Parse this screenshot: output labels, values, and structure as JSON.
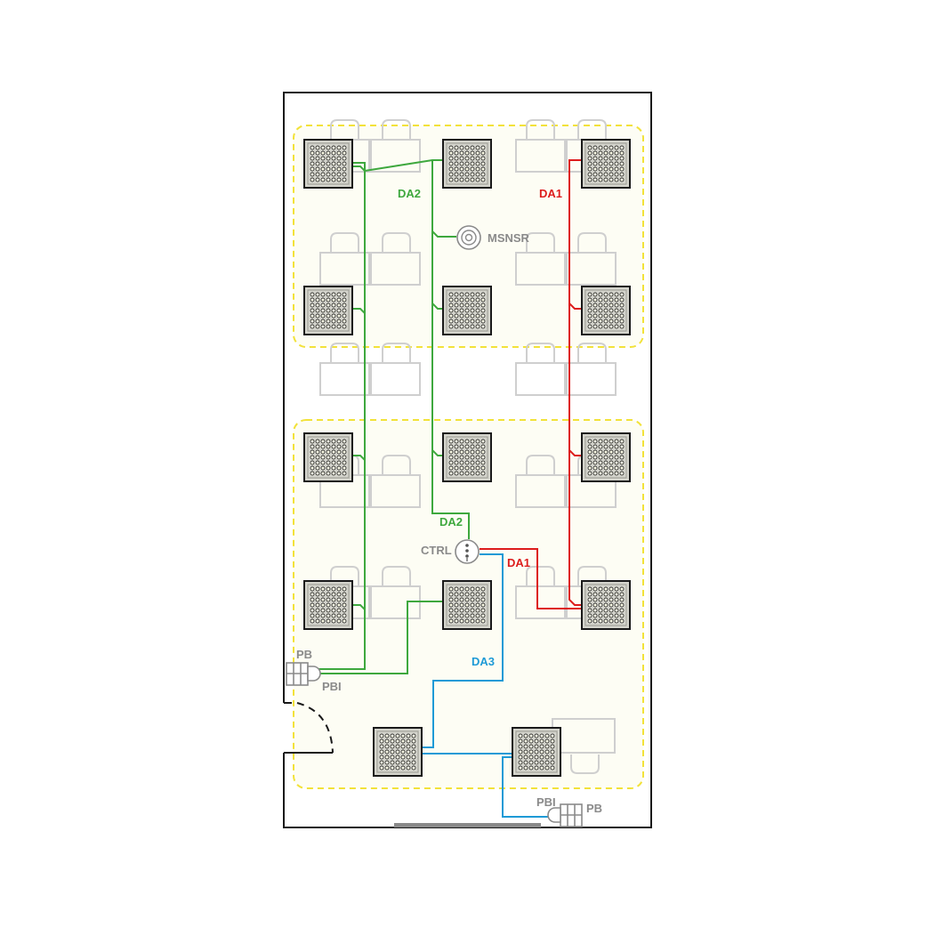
{
  "labels": {
    "da1_top": "DA1",
    "da2_top": "DA2",
    "da1_ctrl": "DA1",
    "da2_ctrl": "DA2",
    "da3": "DA3",
    "msnsr": "MSNSR",
    "ctrl": "CTRL",
    "pb_left": "PB",
    "pbi_left": "PBI",
    "pb_bottom": "PB",
    "pbi_bottom": "PBI"
  },
  "colors": {
    "da1": "#dd1c1c",
    "da2": "#3ea83e",
    "da3": "#1e9ad6",
    "device_label": "#8a8a8a",
    "zone_border": "#f2e23a",
    "zone_fill": "#fdfdf4",
    "furniture": "#cfcfcf",
    "wall": "#1a1a1a"
  },
  "icons": {
    "luminaire": "grid-light-icon",
    "sensor": "occupancy-sensor-icon",
    "controller": "controller-icon",
    "pushbutton": "pushbutton-icon"
  }
}
